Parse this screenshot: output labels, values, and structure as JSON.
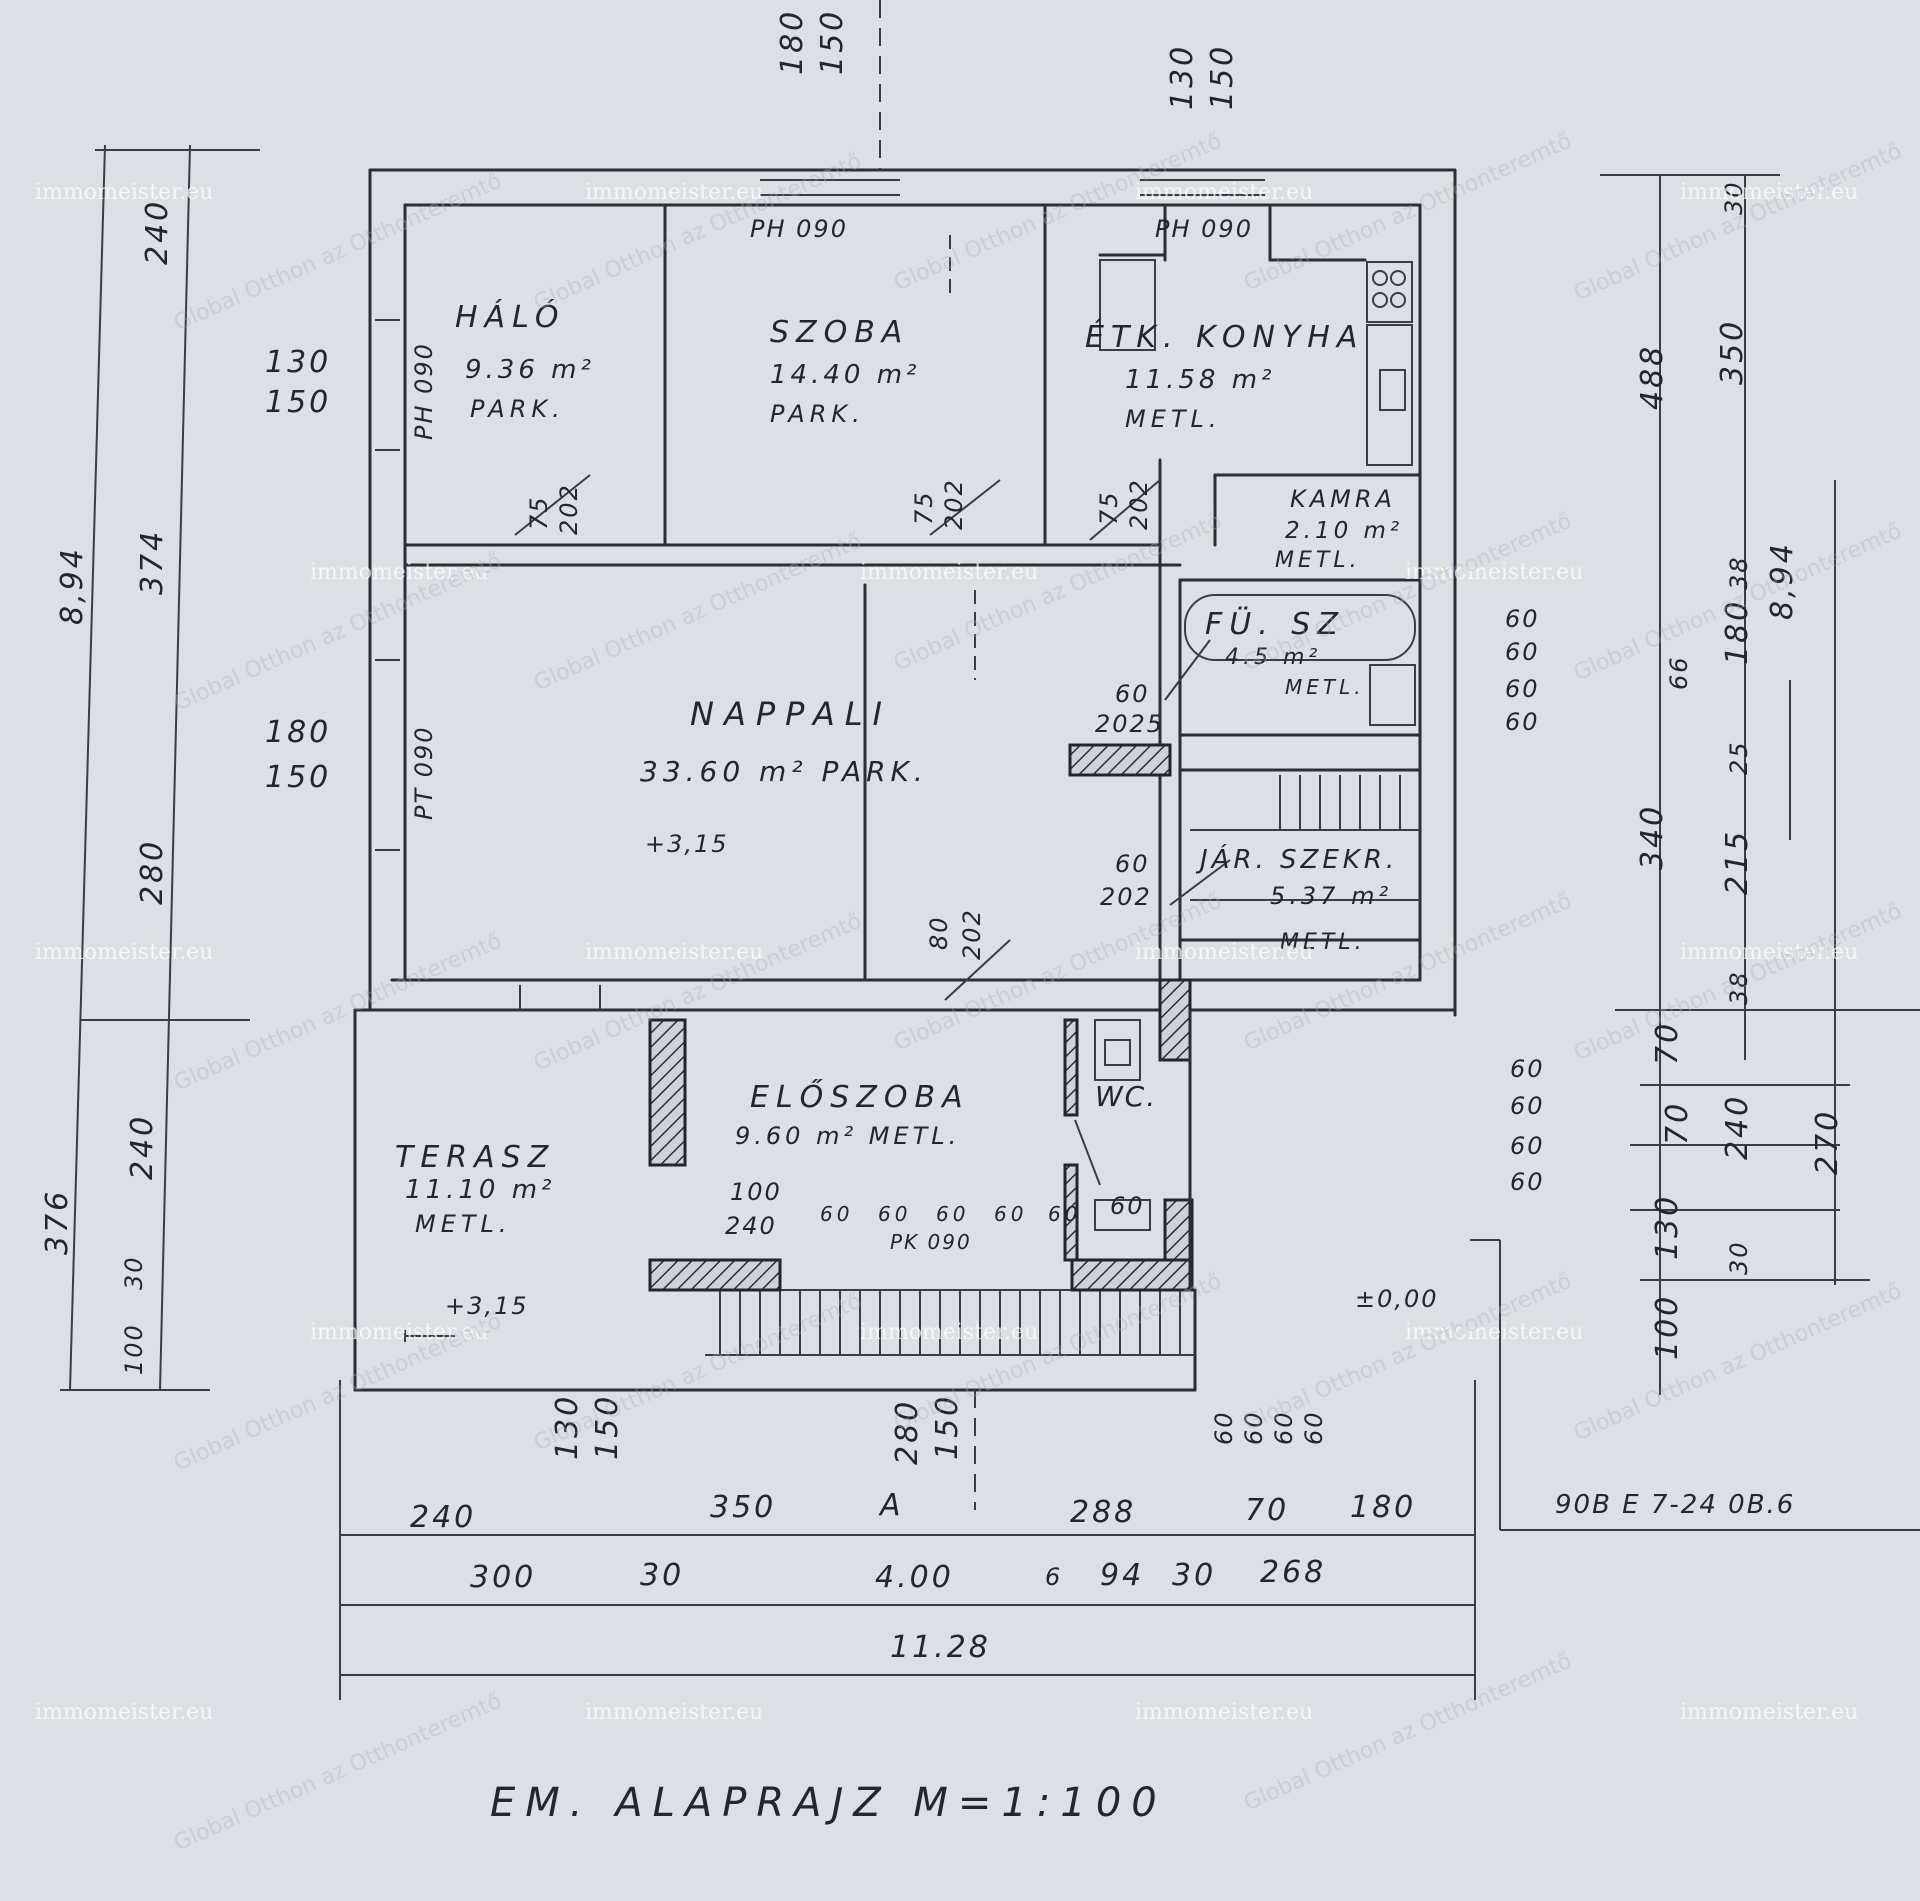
{
  "title": "EM.   ALAPRAJZ   M=1:100",
  "code": "90B   E 7-24 0B.6",
  "rooms": {
    "halo": {
      "name": "HÁLÓ",
      "area": "9.36 m²",
      "floor": "PARK."
    },
    "szoba": {
      "name": "SZOBA",
      "area": "14.40 m²",
      "floor": "PARK."
    },
    "konyha": {
      "name": "ÉTK. KONYHA",
      "area": "11.58 m²",
      "floor": "METL."
    },
    "kamra": {
      "name": "KAMRA",
      "area": "2.10 m²",
      "floor": "METL."
    },
    "fusz": {
      "name": "FÜ. SZ",
      "area": "4.5 m²",
      "floor": "METL."
    },
    "nappali": {
      "name": "NAPPALI",
      "area": "33.60 m² PARK."
    },
    "jarszekr": {
      "name": "JÁR. SZEKR.",
      "area": "5.37 m²",
      "floor": "METL."
    },
    "eloszoba": {
      "name": "ELŐSZOBA",
      "area": "9.60 m² METL."
    },
    "wc": {
      "name": "WC."
    },
    "terasz": {
      "name": "TERASZ",
      "area": "11.10 m²",
      "floor": "METL."
    }
  },
  "openings": {
    "ph1": "PH 090",
    "ph2": "PH 090",
    "pt_halo": "PH 090",
    "pt_nappali": "PT 090",
    "pk": "PK 090"
  },
  "levels": {
    "nappali": "+3,15",
    "terasz": "+3,15",
    "ground": "±0,00"
  },
  "door_marks": {
    "d1_a": "75",
    "d1_b": "202",
    "d2_a": "75",
    "d2_b": "202",
    "d3_a": "75",
    "d3_b": "202",
    "d4_a": "80",
    "d4_b": "202",
    "d5_a": "60",
    "d5_b": "2025",
    "d6_a": "60",
    "d6_b": "202"
  },
  "dims": {
    "top_180": "180",
    "top_150": "150",
    "top_130": "130",
    "top_150b": "150",
    "left_894": "8,94",
    "left_240": "240",
    "left_374": "374",
    "left_280": "280",
    "left_240b": "240",
    "left_376": "376",
    "left_30": "30",
    "left_100": "100",
    "win_130": "130",
    "win_150": "150",
    "win_180": "180",
    "win_150b": "150",
    "right_488": "488",
    "right_350": "350",
    "right_30": "30",
    "right_894": "8,94",
    "right_38": "38",
    "right_66": "66",
    "right_180": "180",
    "right_340": "340",
    "right_25": "25",
    "right_215": "215",
    "right_38b": "38",
    "right_70": "70",
    "right_70b": "70",
    "right_240": "240",
    "right_270": "270",
    "right_130": "130",
    "right_30b": "30",
    "right_100": "100",
    "r60_1": "60",
    "r60_2": "60",
    "r60_3": "60",
    "r60_4": "60",
    "r60_5": "60",
    "r60_6": "60",
    "r60_7": "60",
    "r60_8": "60",
    "stair_100": "100",
    "stair_240": "240",
    "s60_1": "60",
    "s60_2": "60",
    "s60_3": "60",
    "s60_4": "60",
    "s60_5": "60",
    "wc_60": "60",
    "bot_130": "130",
    "bot_150": "150",
    "bot_280": "280",
    "bot_150b": "150",
    "bot_v60_1": "60",
    "bot_v60_2": "60",
    "bot_v60_3": "60",
    "bot_v60_4": "60",
    "b1_240": "240",
    "b1_350": "350",
    "b1_A": "A",
    "b1_288": "288",
    "b1_70": "70",
    "b1_180": "180",
    "b2_300": "300",
    "b2_30": "30",
    "b2_400": "4.00",
    "b2_6": "6",
    "b2_94": "94",
    "b2_30b": "30",
    "b2_268": "268",
    "b3_1128": "11.28"
  },
  "watermarks": {
    "site": "immomeister.eu",
    "brand": "Global Otthon az Otthonteremtő"
  }
}
